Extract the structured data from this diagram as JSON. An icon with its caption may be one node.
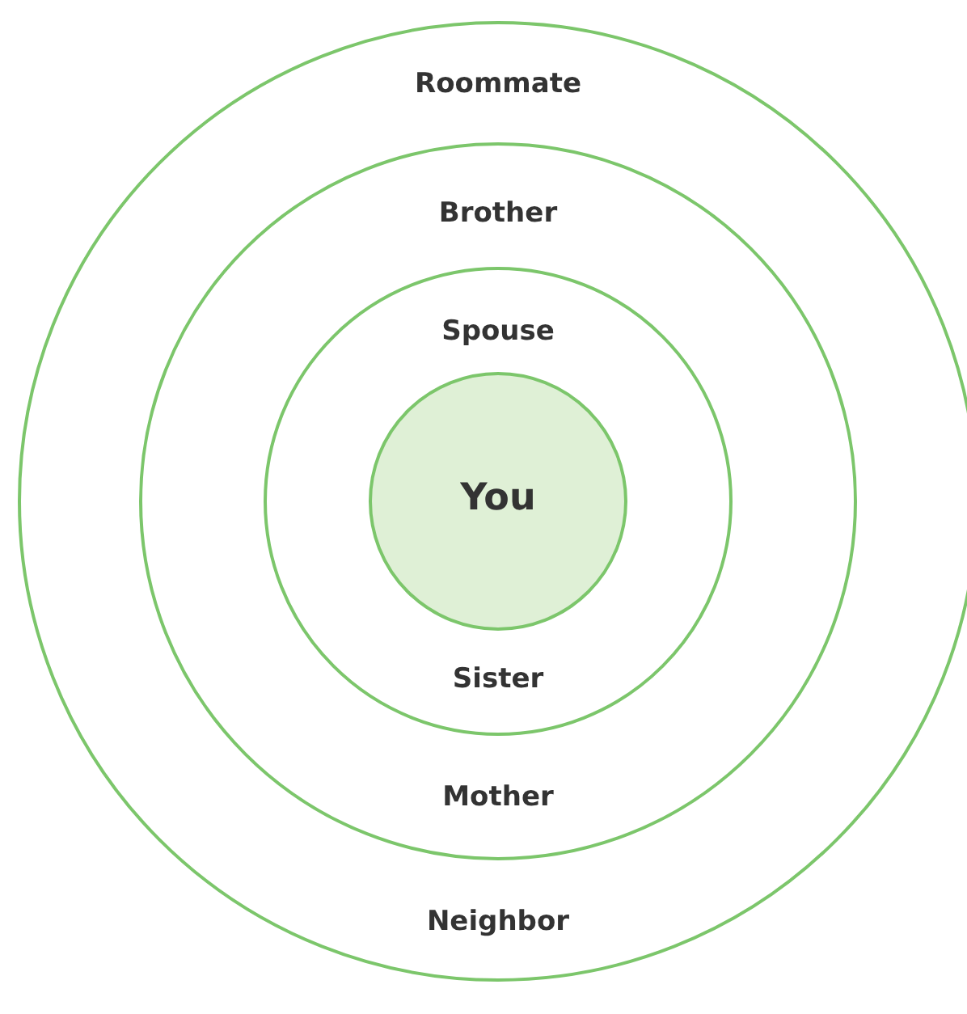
{
  "diagram": {
    "nodes": [
      {
        "text": [
          "Roommate",
          "Neighbor"
        ]
      },
      {
        "text": [
          "Brother",
          "Mother"
        ],
        "in": 0
      },
      {
        "text": [
          "Spouse",
          "Sister"
        ],
        "in": 1
      },
      {
        "text": [
          "You"
        ],
        "in": 2
      }
    ]
  }
}
